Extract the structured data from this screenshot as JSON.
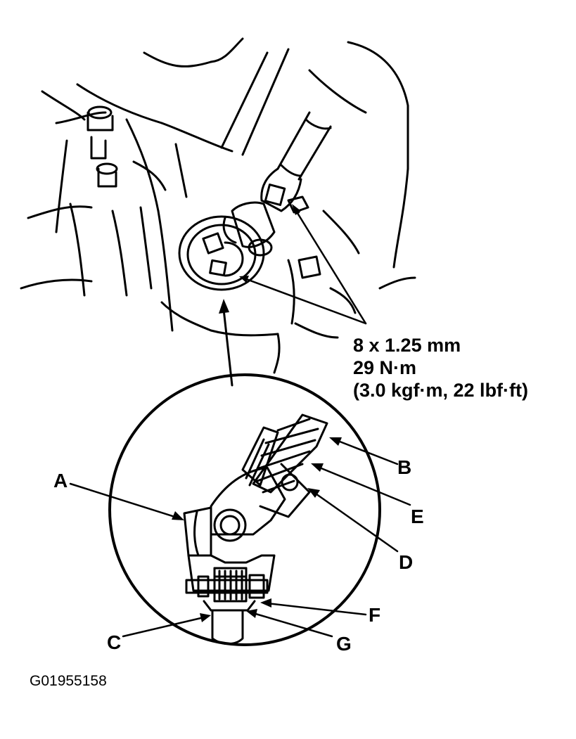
{
  "spec": {
    "bolt_size": "8 x 1.25 mm",
    "torque_nm": "29 N·m",
    "torque_alt": "(3.0 kgf·m, 22 lbf·ft)"
  },
  "callouts": {
    "a": "A",
    "b": "B",
    "c": "C",
    "d": "D",
    "e": "E",
    "f": "F",
    "g": "G"
  },
  "figure_id": "G01955158"
}
